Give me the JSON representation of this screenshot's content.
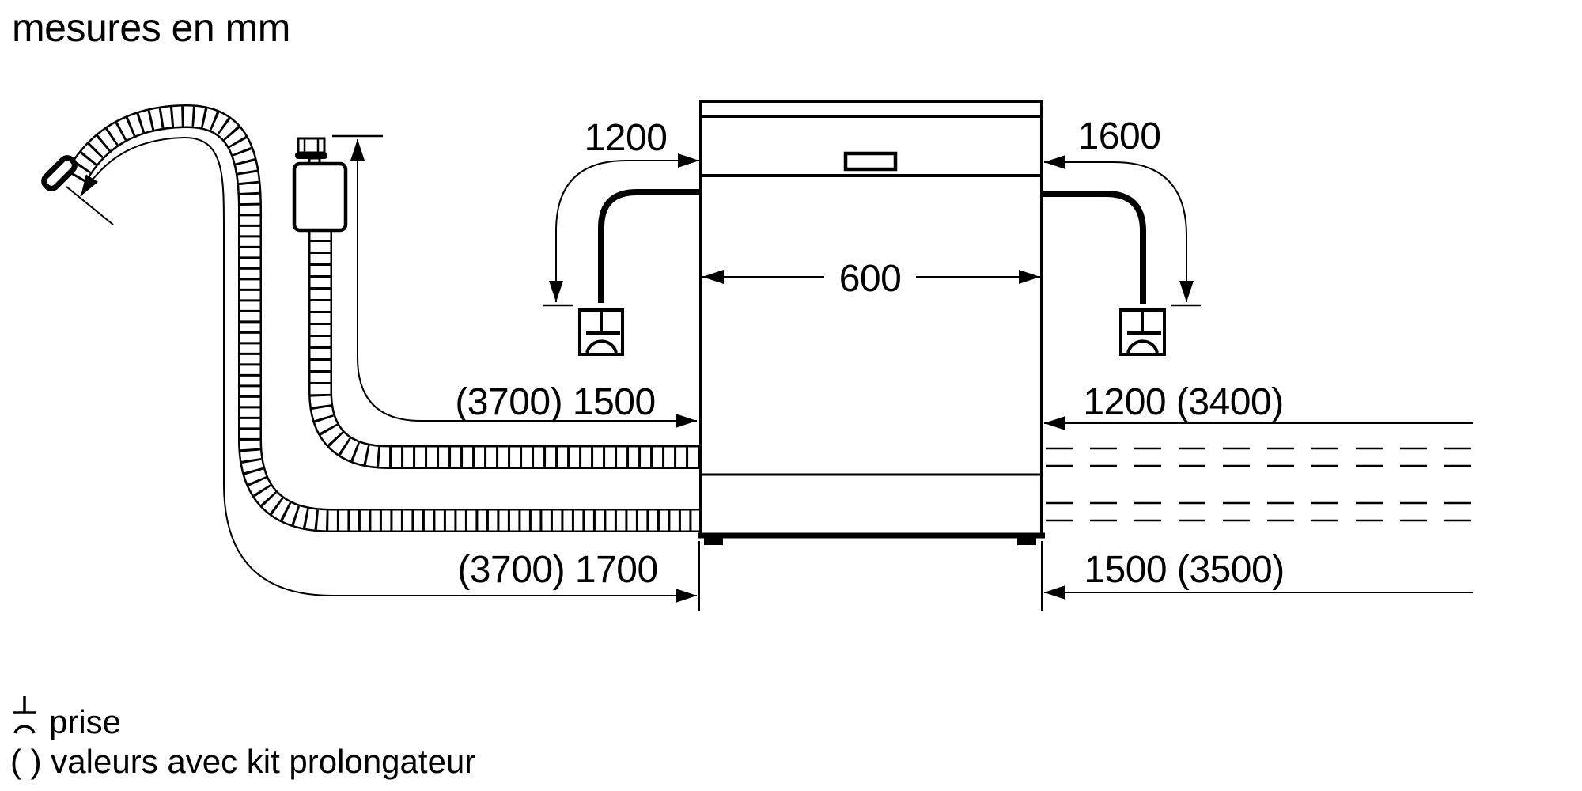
{
  "title": "mesures en mm",
  "colors": {
    "ink": "#000000",
    "background": "#ffffff"
  },
  "dimensions": {
    "left_power_cord": "1200",
    "right_power_cord": "1600",
    "appliance_width": "600",
    "inlet_hose": "(3700) 1500",
    "right_upper": "1200 (3400)",
    "drain_hose": "(3700) 1700",
    "right_lower": "1500 (3500)"
  },
  "legend": {
    "socket": "prise",
    "extension_kit": "( ) valeurs avec kit prolongateur"
  }
}
